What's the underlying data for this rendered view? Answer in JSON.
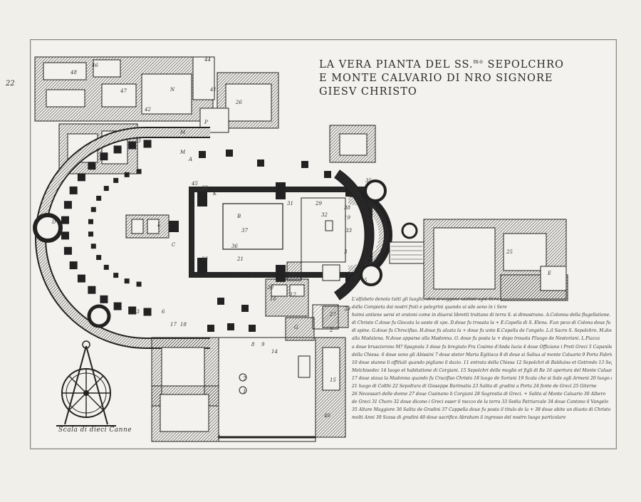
{
  "title": {
    "line1": "LA VERA PIANTA DEL SS.",
    "line1_sup": "mo",
    "line1_end": " SEPOLCHRO",
    "line2": "E MONTE CALVARIO DI NRO SIGNORE",
    "line3": "GIESV CHRISTO"
  },
  "legend_lines": [
    "L'alfabeto denota tutti gli luoghi, ch'è si veggone uisitati ogni Sera",
    "dalla Compieta dai nostri frati e pelegrini quando ui sile sono ìn i Sere",
    "hoimi antiene uersi et oratoni come in diuersi libretti trattano di terra S. si dimostrano. A.Colonna della flagellatione. B.Carcere",
    "di Christo C.doue fu Giocata la ueste di xpo. D.doue fu troaata la + E.Capella di S. Elena. F.un pezo di Colona doue fu coronato",
    "di spine. G.doue fu Chrocifiso. H.doue fu alzata la + doue fu unto K.Capella de l'angelo. L.il Sacro S. Sepolchro. M.doue apparse",
    "alla Madalena. N.doue apparse alla Madonna. O. doue fu posta la + dopo trouata P.luogo de Nestoriani. L.Piazza",
    "a doue brusciorono M? Spagnola 3 doue fu bregiuto Fra Cosimo d'Anda lucia 4 doue Officiano i Preti Greci 5 Capanile",
    "della Chiesa. 6 doue sono gli Abissini 7 doue stetor Maria Egitiaca 8 di doue si Saliua al monte Caluario 9 Porta Fabricata",
    "10 doue stanno li offitiali quando pigliano il dazio. 11 entrata della Chiesa 12 Sepolchri di Balduino et Gottredo 13 Sepolchro di",
    "Melchisedec 14 luogo et habitatione di Corgiani. 15 Sepolchri delle moglie et figli di Re 16 apertura del Monte Caluario",
    "17 doue staua la Madonna quando fu Crucifiso Christo 18 luogo de Soriani 19 Scala che si Sale agli Armeni 20 luogo di Biscini",
    "21 luogo di Colthi 22 Sepoltura di Gioseppe Barimatia 23 Salita di gradini a Porta 24 fonte de Greci 25 Giterne",
    "26 Necessari delle donne 27 doue Cusinano li Corgiani 28 Sagrestia di Greci. + Salita al Monte Caluario 30 Albero",
    "de Greci 31 Choro 32 doue dicono i Greci esser il mezzo de la terra 33 Sedia Patriarcale 34 doue Cantono il Vangelo",
    "35 Altare Maggiore 36 Salita de Gradini 37 Cappella doue fu posta il titulo de la + 38 doue abite un diuoto di Christo",
    "molti Anni 39 Scesa di gradini 40 doue sacrifico Abraham il ingresso del nostro luogo particolare"
  ],
  "scale_label": "Scala di dieci Canne",
  "corner_number": "22",
  "plan_labels": [
    "46",
    "48",
    "44",
    "47",
    "N",
    "42",
    "41",
    "26",
    "P",
    "23",
    "M",
    "M",
    "A",
    "B",
    "C",
    "L",
    "K",
    "29",
    "19",
    "35",
    "37",
    "32",
    "33",
    "36",
    "31",
    "28",
    "25",
    "E",
    "D",
    "21",
    "13",
    "20",
    "12",
    "16",
    "15",
    "6",
    "17",
    "18",
    "27",
    "G",
    "14",
    "9",
    "8",
    "7",
    "1",
    "2",
    "3",
    "4",
    "5",
    "39",
    "40",
    "24",
    "38",
    "30",
    "45"
  ]
}
